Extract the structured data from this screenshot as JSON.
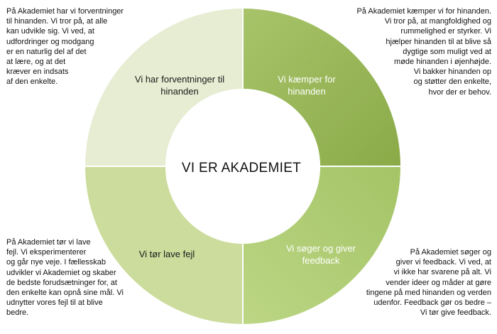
{
  "center_title": "VI ER AKADEMIET",
  "segments": {
    "top_left": "Vi har forventninger til hinanden",
    "top_right": "Vi kæmper for hinanden",
    "bottom_left": "Vi tør lave fejl",
    "bottom_right": "Vi søger og giver feedback"
  },
  "notes": {
    "top_left": "På Akademiet har vi forventninger\ntil hinanden. Vi tror på, at alle\nkan udvikle sig. Vi ved, at\nudfordringer og modgang\ner en naturlig del af det\nat lære, og at det\nkræver en indsats\naf den enkelte.",
    "top_right": "På Akademiet kæmper vi for hinanden.\nVi tror på, at mangfoldighed og\nrummelighed er styrker. Vi\nhjælper hinanden til at blive så\ndygtige som muligt ved at\nmøde hinanden i øjenhøjde.\nVi bakker hinanden op\nog støtter den enkelte,\nhvor der er behov.",
    "bottom_left": "På Akademiet tør vi lave\nfejl. Vi eksperimenterer\nog går nye veje. I fællesskab\nudvikler vi Akademiet og skaber\nde bedste forudsætninger for, at\nden enkelte kan opnå sine mål. Vi\nudnytter vores fejl til at blive\nbedre.",
    "bottom_right": "På Akademiet søger og\ngiver vi feedback. Vi ved, at\nvi ikke har svarene på alt. Vi\nvender ideer og måder at gøre\ntingene på med hinanden og verden\nudenfor. Feedback gør os bedre –\nVi tør give feedback."
  },
  "colors": {
    "top_left": "#e6edd2",
    "top_right": "#8aaa48",
    "bottom_left": "#cbdc9c",
    "bottom_right": "#a4c466",
    "top_right_highlight": "#a8c46a",
    "bottom_right_highlight": "#bcd685",
    "hole": "#ffffff"
  }
}
